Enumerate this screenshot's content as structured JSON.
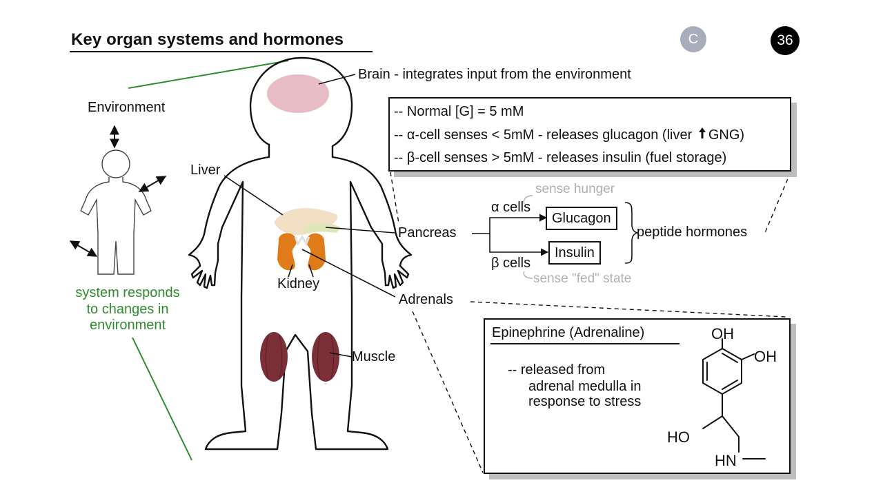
{
  "title": "Key organ systems and hormones",
  "badges": {
    "corner_letter": "C",
    "page_number": "36"
  },
  "left_panel": {
    "environment_label": "Environment",
    "response_text": [
      "system responds",
      "to changes in",
      "environment"
    ]
  },
  "organs": {
    "brain": "Brain - integrates input from the environment",
    "liver": "Liver",
    "pancreas": "Pancreas",
    "kidney": "Kidney",
    "adrenals": "Adrenals",
    "muscle": "Muscle"
  },
  "glucose_box": {
    "lines": [
      "-- Normal [G]  = 5 mM",
      "-- α-cell senses < 5mM - releases glucagon (liver",
      "GNG)",
      "-- β-cell senses > 5mM - releases insulin (fuel storage)"
    ]
  },
  "pancreas_branch": {
    "alpha_cells": "α cells",
    "beta_cells": "β cells",
    "glucagon": "Glucagon",
    "insulin": "Insulin",
    "sense_hunger": "sense hunger",
    "sense_fed": "sense \"fed\" state",
    "peptide_hormones": "peptide hormones"
  },
  "epinephrine_box": {
    "title": "Epinephrine (Adrenaline)",
    "description": [
      "-- released from",
      "adrenal medulla in",
      "response to stress"
    ],
    "molecule_labels": {
      "oh_top": "OH",
      "oh_right": "OH",
      "ho_left": "HO",
      "hn": "HN"
    }
  },
  "colors": {
    "response_green": "#2e8b2e",
    "brain_pink": "#e8bcc4",
    "kidney_orange": "#e07b1a",
    "muscle_maroon": "#7b2f37",
    "liver_tan": "#f3dfc4",
    "shadow_grey": "#bdbdbd",
    "hint_grey": "#b0b0b0"
  }
}
